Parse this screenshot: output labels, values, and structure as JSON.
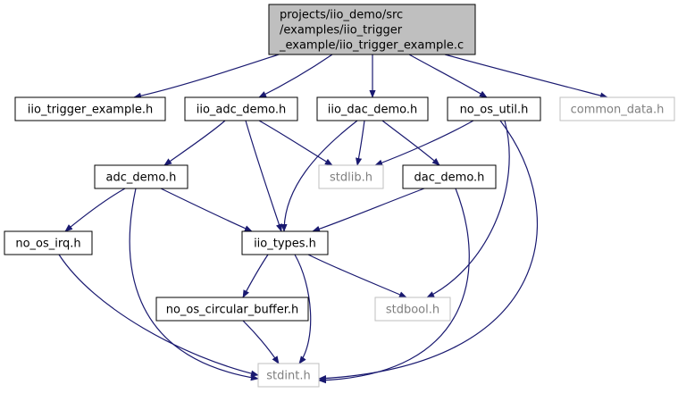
{
  "diagram": {
    "nodes": [
      {
        "id": "root",
        "lines": [
          "projects/iio_demo/src",
          "/examples/iio_trigger",
          "_example/iio_trigger_example.c"
        ],
        "style": "root"
      },
      {
        "id": "iio_trigger_example_h",
        "lines": [
          "iio_trigger_example.h"
        ],
        "style": "normal"
      },
      {
        "id": "iio_adc_demo_h",
        "lines": [
          "iio_adc_demo.h"
        ],
        "style": "normal"
      },
      {
        "id": "iio_dac_demo_h",
        "lines": [
          "iio_dac_demo.h"
        ],
        "style": "normal"
      },
      {
        "id": "no_os_util_h",
        "lines": [
          "no_os_util.h"
        ],
        "style": "normal"
      },
      {
        "id": "common_data_h",
        "lines": [
          "common_data.h"
        ],
        "style": "external"
      },
      {
        "id": "adc_demo_h",
        "lines": [
          "adc_demo.h"
        ],
        "style": "normal"
      },
      {
        "id": "stdlib_h",
        "lines": [
          "stdlib.h"
        ],
        "style": "external"
      },
      {
        "id": "dac_demo_h",
        "lines": [
          "dac_demo.h"
        ],
        "style": "normal"
      },
      {
        "id": "no_os_irq_h",
        "lines": [
          "no_os_irq.h"
        ],
        "style": "normal"
      },
      {
        "id": "iio_types_h",
        "lines": [
          "iio_types.h"
        ],
        "style": "normal"
      },
      {
        "id": "no_os_circular_buffer_h",
        "lines": [
          "no_os_circular_buffer.h"
        ],
        "style": "normal"
      },
      {
        "id": "stdbool_h",
        "lines": [
          "stdbool.h"
        ],
        "style": "external"
      },
      {
        "id": "stdint_h",
        "lines": [
          "stdint.h"
        ],
        "style": "external"
      }
    ],
    "edges": [
      {
        "from": "root",
        "to": "iio_trigger_example_h"
      },
      {
        "from": "root",
        "to": "iio_adc_demo_h"
      },
      {
        "from": "root",
        "to": "iio_dac_demo_h"
      },
      {
        "from": "root",
        "to": "no_os_util_h"
      },
      {
        "from": "root",
        "to": "common_data_h"
      },
      {
        "from": "iio_adc_demo_h",
        "to": "adc_demo_h"
      },
      {
        "from": "iio_adc_demo_h",
        "to": "stdlib_h"
      },
      {
        "from": "iio_adc_demo_h",
        "to": "iio_types_h"
      },
      {
        "from": "iio_dac_demo_h",
        "to": "iio_types_h"
      },
      {
        "from": "iio_dac_demo_h",
        "to": "stdlib_h"
      },
      {
        "from": "iio_dac_demo_h",
        "to": "dac_demo_h"
      },
      {
        "from": "no_os_util_h",
        "to": "stdlib_h"
      },
      {
        "from": "no_os_util_h",
        "to": "stdbool_h"
      },
      {
        "from": "no_os_util_h",
        "to": "stdint_h"
      },
      {
        "from": "adc_demo_h",
        "to": "no_os_irq_h"
      },
      {
        "from": "adc_demo_h",
        "to": "iio_types_h"
      },
      {
        "from": "adc_demo_h",
        "to": "stdint_h"
      },
      {
        "from": "dac_demo_h",
        "to": "iio_types_h"
      },
      {
        "from": "dac_demo_h",
        "to": "stdint_h"
      },
      {
        "from": "no_os_irq_h",
        "to": "stdint_h"
      },
      {
        "from": "iio_types_h",
        "to": "no_os_circular_buffer_h"
      },
      {
        "from": "iio_types_h",
        "to": "stdbool_h"
      },
      {
        "from": "iio_types_h",
        "to": "stdint_h"
      },
      {
        "from": "no_os_circular_buffer_h",
        "to": "stdint_h"
      }
    ],
    "colors": {
      "edge": "#191970",
      "root_fill": "#bfbfbf",
      "external_border": "#bfbfbf",
      "external_text": "#7f7f7f"
    }
  }
}
